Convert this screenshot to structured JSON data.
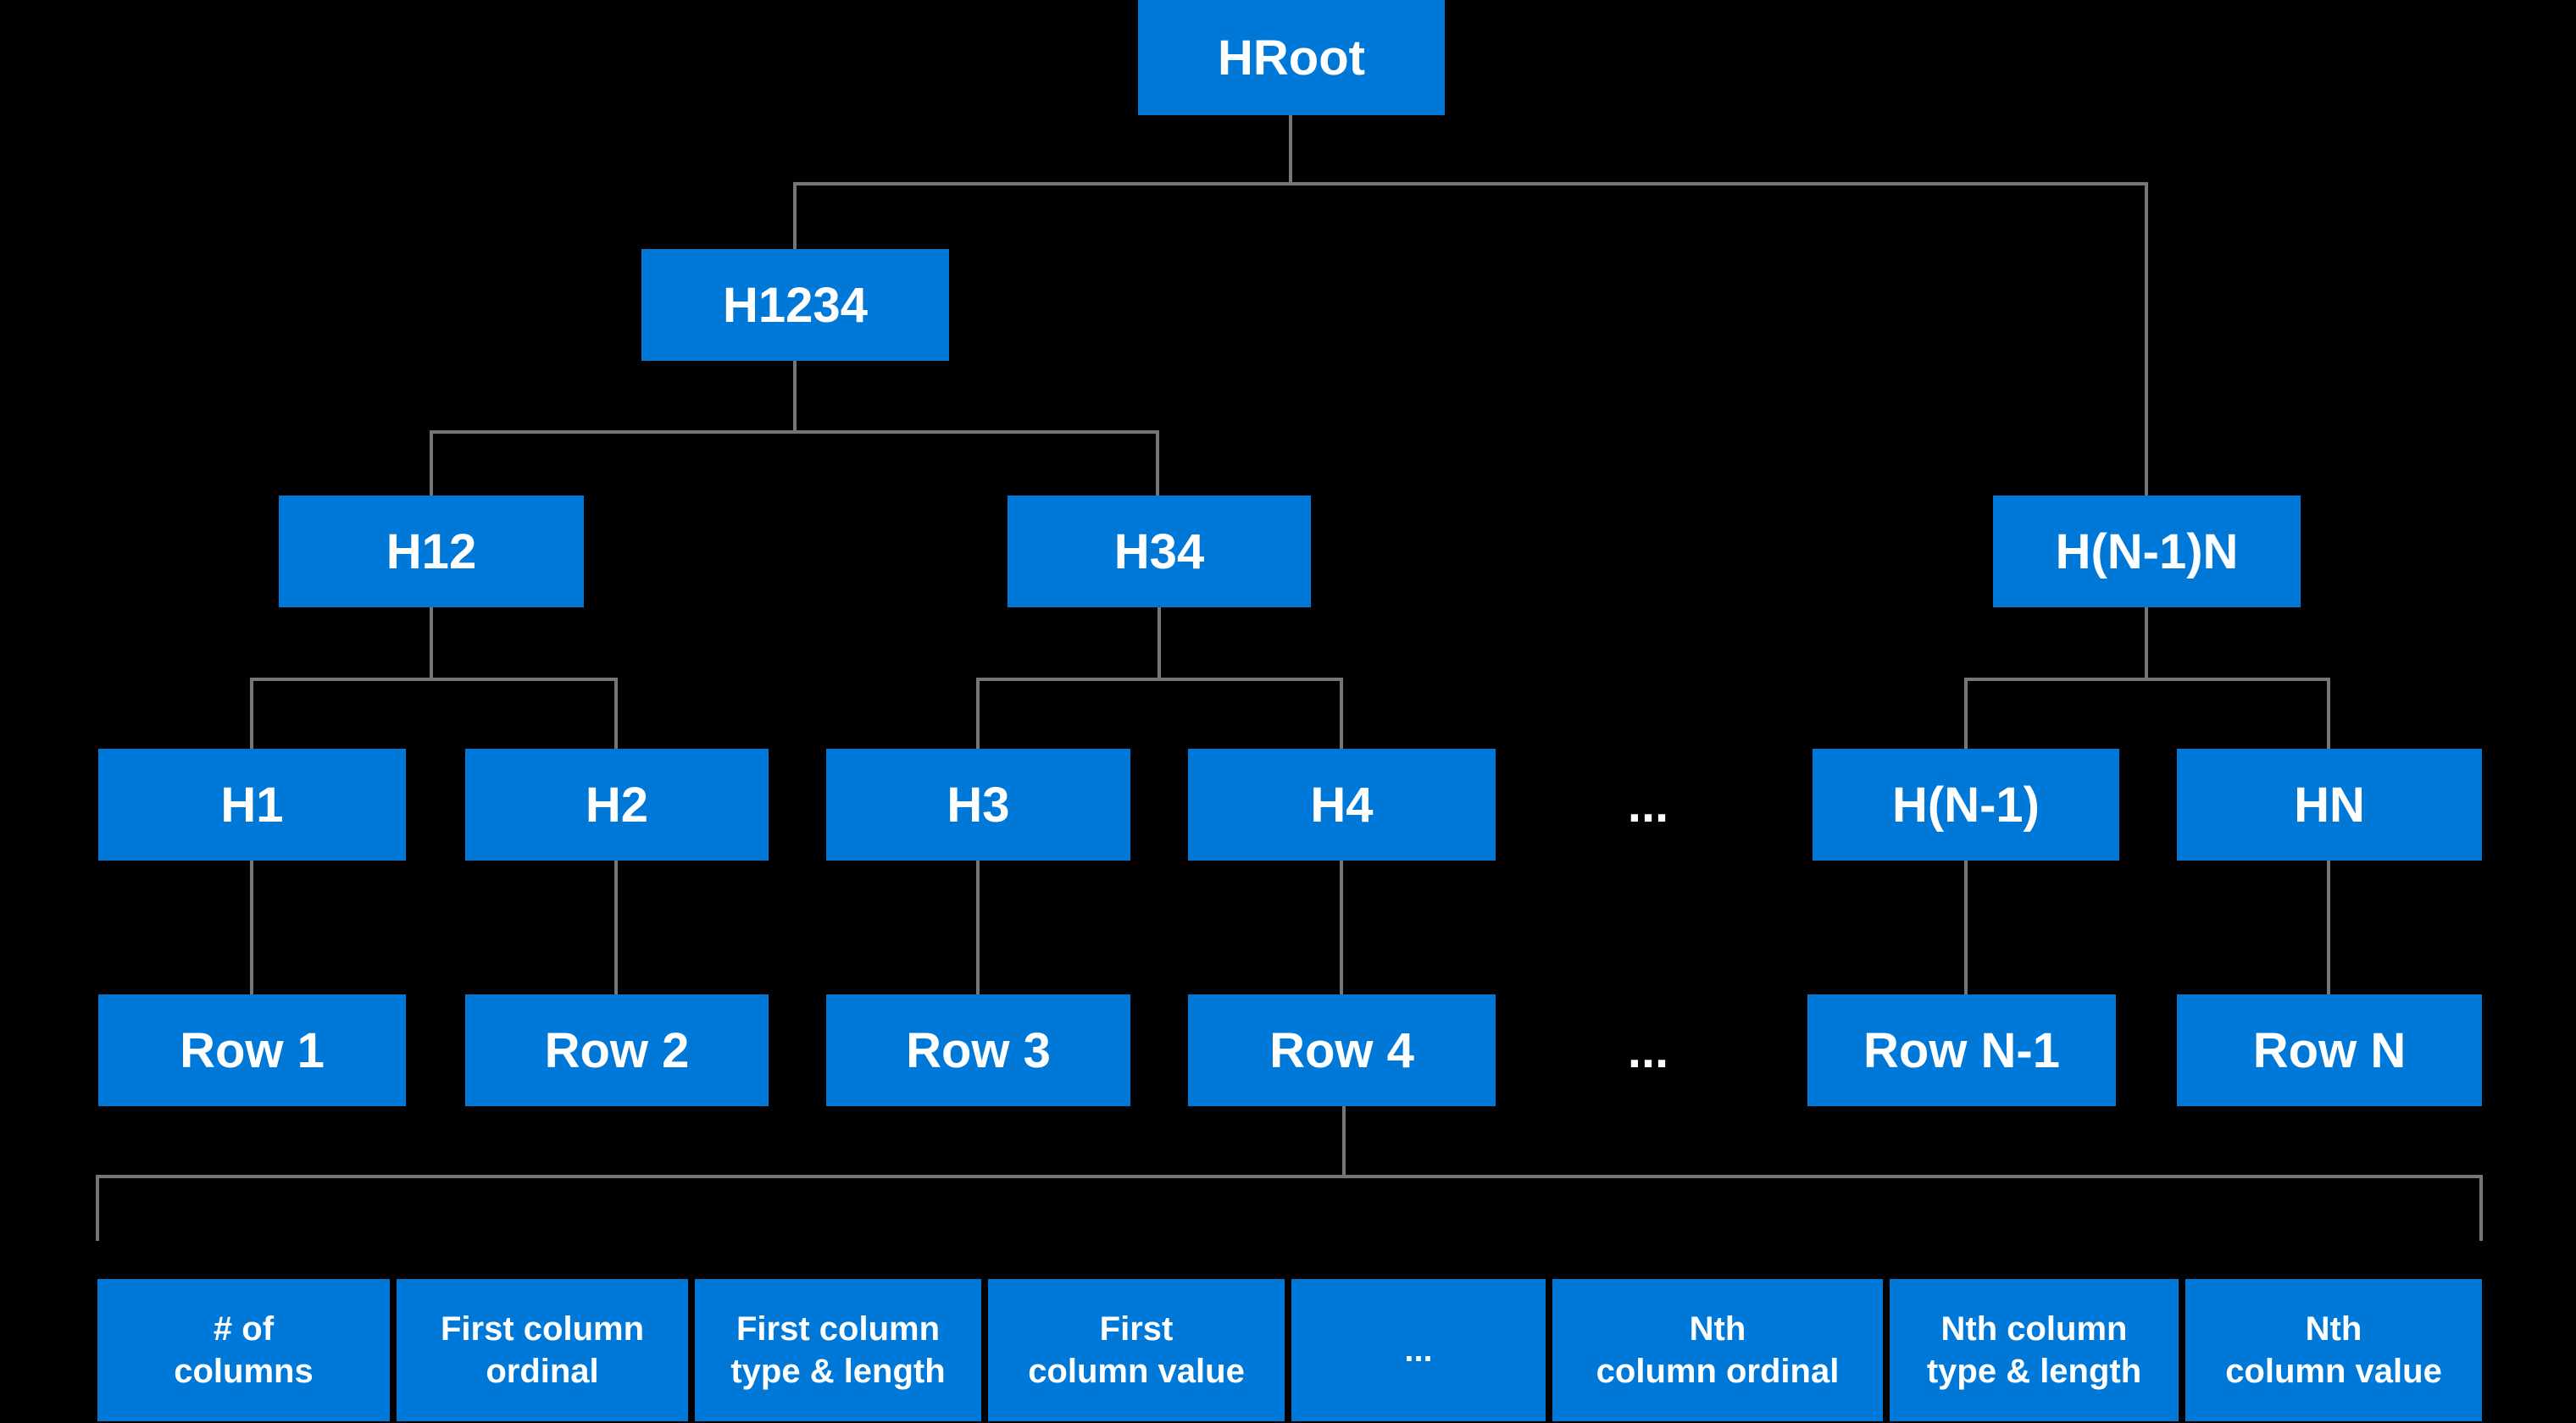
{
  "colors": {
    "background": "#000000",
    "node_fill": "#0078D7",
    "node_text": "#FFFFFF",
    "connector": "#74767A"
  },
  "nodes": {
    "hroot": "HRoot",
    "h1234": "H1234",
    "h12": "H12",
    "h34": "H34",
    "hn1n": "H(N-1)N",
    "h1": "H1",
    "h2": "H2",
    "h3": "H3",
    "h4": "H4",
    "hash_ellipsis": "...",
    "hn1": "H(N-1)",
    "hn": "HN",
    "row1": "Row 1",
    "row2": "Row 2",
    "row3": "Row 3",
    "row4": "Row 4",
    "row_ellipsis": "...",
    "rown1": "Row N-1",
    "rown": "Row N"
  },
  "row_fields": {
    "f1": "# of\ncolumns",
    "f2": "First column\nordinal",
    "f3": "First column\ntype & length",
    "f4": "First\ncolumn value",
    "f5": "...",
    "f6": "Nth\ncolumn ordinal",
    "f7": "Nth column\ntype & length",
    "f8": "Nth\ncolumn value"
  }
}
